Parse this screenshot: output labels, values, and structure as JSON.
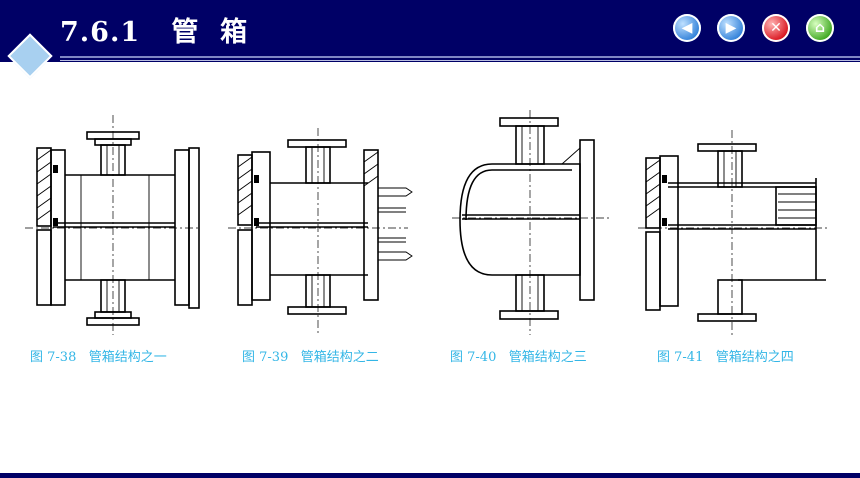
{
  "header": {
    "title": "7.6.1   管  箱"
  },
  "nav": {
    "prev": "◀",
    "next": "▶",
    "close": "✕",
    "home": "⌂"
  },
  "figures": [
    {
      "caption": "图 7-38   管箱结构之一"
    },
    {
      "caption": "图 7-39   管箱结构之二"
    },
    {
      "caption": "图 7-40   管箱结构之三"
    },
    {
      "caption": "图 7-41   管箱结构之四"
    }
  ],
  "colors": {
    "header": "#000066",
    "caption": "#33b6e6",
    "accent": "#a8d0f0"
  }
}
